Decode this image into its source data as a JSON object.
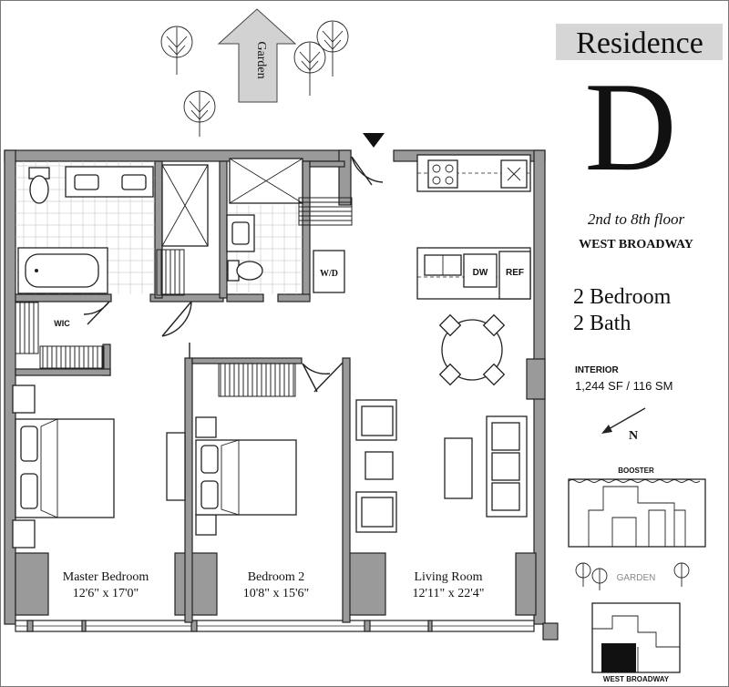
{
  "header": {
    "title": "Residence",
    "unit_letter": "D",
    "floors": "2nd to 8th floor",
    "street": "WEST BROADWAY",
    "bedrooms": "2 Bedroom",
    "baths": "2 Bath",
    "interior_label": "INTERIOR",
    "interior_area": "1,244 SF / 116 SM"
  },
  "compass": {
    "label": "N"
  },
  "site": {
    "garden_arrow_label": "Garden",
    "keyplan_top_label": "BOOSTER",
    "keyplan_garden_label": "GARDEN",
    "keyplan_bottom_label": "WEST BROADWAY"
  },
  "rooms": [
    {
      "name": "Master Bedroom",
      "dims": "12'6\" x 17'0\""
    },
    {
      "name": "Bedroom 2",
      "dims": "10'8\" x 15'6\""
    },
    {
      "name": "Living Room",
      "dims": "12'11\" x 22'4\""
    }
  ],
  "fixtures": {
    "wic": "WIC",
    "washer_dryer": "W/D",
    "dishwasher": "DW",
    "refrigerator": "REF"
  }
}
